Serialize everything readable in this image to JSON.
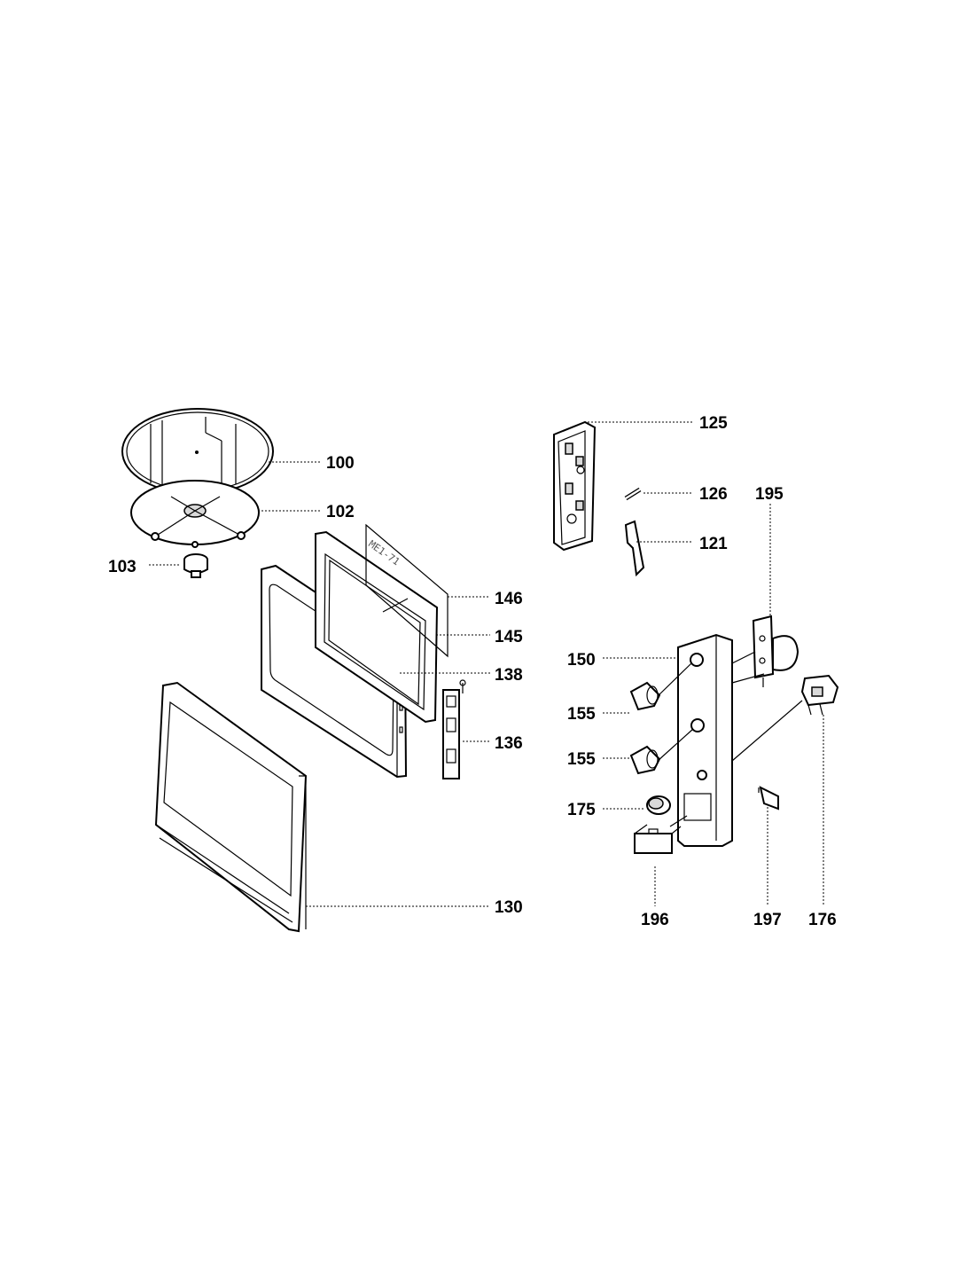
{
  "callouts": {
    "c100": "100",
    "c102": "102",
    "c103": "103",
    "c125": "125",
    "c126": "126",
    "c121": "121",
    "c195": "195",
    "c146": "146",
    "c145": "145",
    "c138": "138",
    "c136": "136",
    "c150": "150",
    "c155a": "155",
    "c155b": "155",
    "c175": "175",
    "c130": "130",
    "c196": "196",
    "c197": "197",
    "c176": "176"
  },
  "film_label": "ME1-71"
}
